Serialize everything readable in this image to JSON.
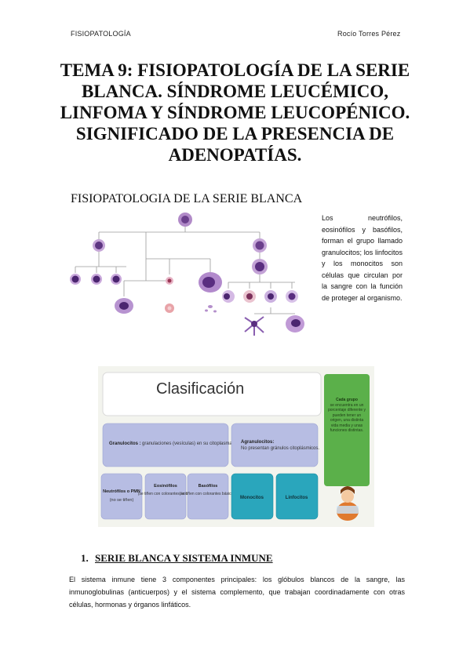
{
  "header": {
    "left": "FISIOPATOLOGÍA",
    "right": "Rocío Torres Pérez"
  },
  "title": "TEMA 9: FISIOPATOLOGÍA DE LA SERIE BLANCA. SÍNDROME LEUCÉMICO, LINFOMA Y SÍNDROME LEUCOPÉNICO. SIGNIFICADO DE LA PRESENCIA DE ADENOPATÍAS.",
  "section_heading": "FISIOPATOLOGIA DE LA SERIE BLANCA",
  "side_text": "Los neutrófilos, eosinófilos y basófilos, forman el grupo llamado granulocitos; los linfocitos y los monocitos son células que circulan por la sangre con la función de proteger al organismo.",
  "classification": {
    "title": "Clasificación",
    "granulocitos_bold": "Granulocitos :",
    "granulocitos_text": " granulaciones (vesículas) en su citoplasma y un núcleo polilobulado.",
    "agranulocitos_bold": "Agranulocitos:",
    "agranulocitos_text": " No presentan gránulos citoplásmicos.",
    "neutrofilos": "Neutrófilos o PMN",
    "neutrofilos_sub": "(no se tiñen)",
    "eosinofilos": "Eosinófilos",
    "eosinofilos_sub": "(se tiñen con colorantes ácidos)",
    "basofilos": "Basófilos",
    "basofilos_sub": "(se tiñen con colorantes básicos)",
    "monocitos": "Monocitos",
    "linfocitos": "Linfocitos",
    "note_bold": "Cada grupo",
    "note_text": " se encuentra en un porcentaje diferente y pueden tener un origen, una distinta vida media y unas funciones distintas.",
    "colors": {
      "panel_bg": "#f3f4ee",
      "title_box": "#ffffff",
      "lavender": "#b7bde3",
      "teal": "#2aa6bc",
      "green": "#5bb04a"
    }
  },
  "section1": {
    "number": "1.",
    "title": "SERIE BLANCA Y SISTEMA INMUNE"
  },
  "paragraph": "El sistema inmune tiene 3 componentes principales: los glóbulos blancos de la sangre, las inmunoglobulinas (anticuerpos) y el sistema complemento, que trabajan coordinadamente con otras células, hormonas y órganos linfáticos."
}
